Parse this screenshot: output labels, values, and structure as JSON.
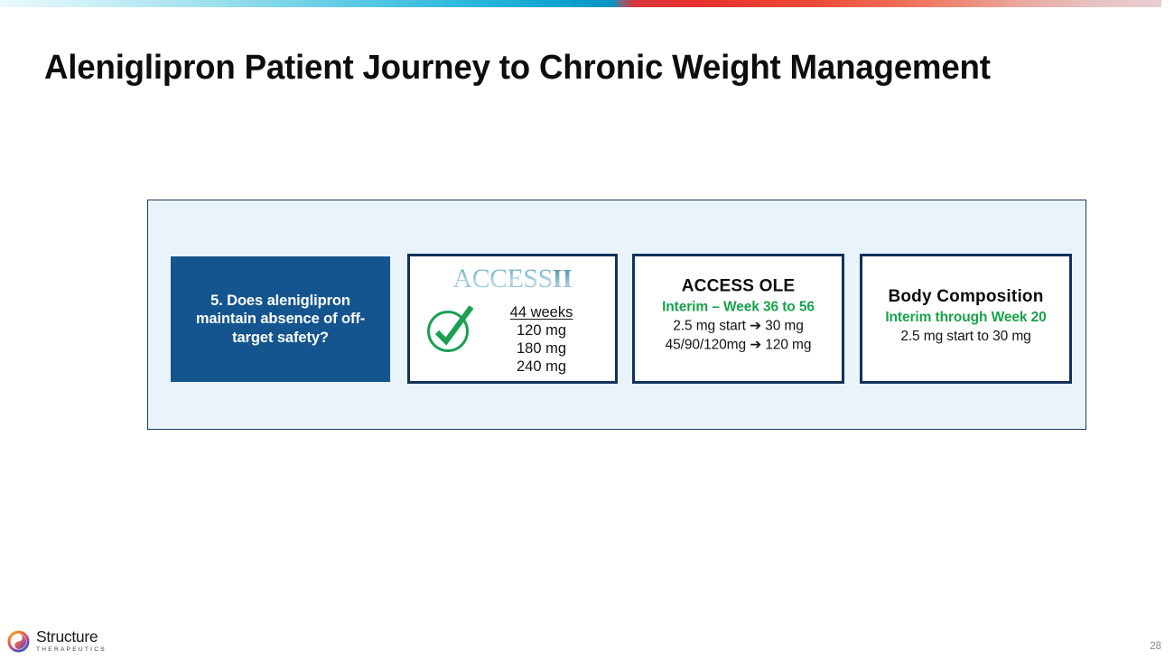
{
  "slide": {
    "title": "Aleniglipron Patient Journey to Chronic Weight Management",
    "page_number": "28"
  },
  "theme": {
    "navy_box": "#14558f",
    "card_border": "#12315c",
    "container_fill": "#e9f4fa",
    "container_border": "#1f3a5f",
    "green_accent": "#17a34a",
    "logo_teal": "#7cb4cb"
  },
  "question_box": {
    "text": "5. Does aleniglipron maintain absence of off-target safety?"
  },
  "cards": [
    {
      "id": "access-2",
      "logo_word": "ACCESS",
      "logo_numeral": "II",
      "status_icon": "green-check-icon",
      "dose_heading": "44 weeks",
      "dose_lines": [
        "120 mg",
        "180 mg",
        "240 mg"
      ]
    },
    {
      "id": "access-ole",
      "title": "ACCESS OLE",
      "subtitle": "Interim – Week 36 to 56",
      "lines": [
        "2.5 mg start ➔ 30 mg",
        "45/90/120mg ➔  120 mg"
      ]
    },
    {
      "id": "body-composition",
      "title": "Body Composition",
      "subtitle": "Interim through Week 20",
      "lines": [
        "2.5 mg start to 30 mg"
      ]
    }
  ],
  "brand": {
    "name": "Structure",
    "tagline": "THERAPEUTICS"
  }
}
